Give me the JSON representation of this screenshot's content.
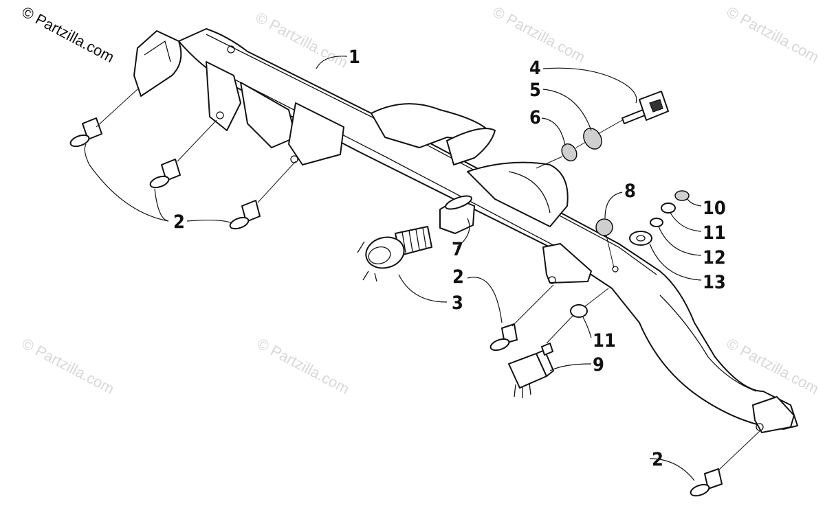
{
  "copyright": "© Partzilla.com",
  "watermarks": [
    "© Partzilla.com",
    "© Partzilla.com",
    "© Partzilla.com",
    "© Partzilla.com",
    "© Partzilla.com",
    "© Partzilla.com"
  ],
  "callouts": [
    {
      "id": "c1",
      "label": "1"
    },
    {
      "id": "c2a",
      "label": "2"
    },
    {
      "id": "c2b",
      "label": "2"
    },
    {
      "id": "c2c",
      "label": "2"
    },
    {
      "id": "c3",
      "label": "3"
    },
    {
      "id": "c4",
      "label": "4"
    },
    {
      "id": "c5",
      "label": "5"
    },
    {
      "id": "c6",
      "label": "6"
    },
    {
      "id": "c7",
      "label": "7"
    },
    {
      "id": "c8",
      "label": "8"
    },
    {
      "id": "c9",
      "label": "9"
    },
    {
      "id": "c10",
      "label": "10"
    },
    {
      "id": "c11a",
      "label": "11"
    },
    {
      "id": "c11b",
      "label": "11"
    },
    {
      "id": "c12",
      "label": "12"
    },
    {
      "id": "c13",
      "label": "13"
    }
  ],
  "colors": {
    "line": "#111111",
    "watermark": "#d8d8d8",
    "background": "#ffffff"
  }
}
